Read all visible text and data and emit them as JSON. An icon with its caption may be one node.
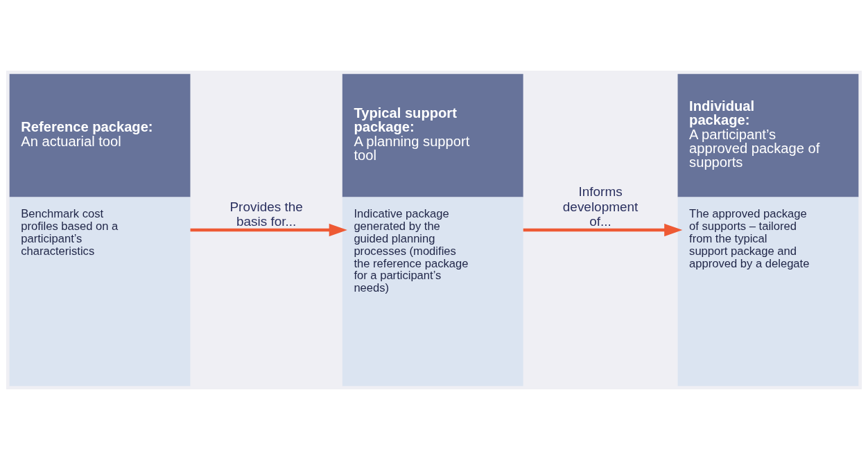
{
  "diagram": {
    "nodes": [
      {
        "text": [
          "Reference package:",
          "An actuarial tool",
          "Benchmark cost profiles based on a participant’s characteristics"
        ]
      },
      {
        "text": [
          "Typical support package:",
          "A planning support tool",
          "Indicative package generated by the guided planning processes (modifies the reference package for a participant’s needs)"
        ]
      },
      {
        "text": [
          "Individual package:",
          "A participant’s approved package of supports",
          "The approved package of supports – tailored from the typical support package and approved by a delegate"
        ]
      }
    ],
    "edges": [
      {
        "from": 0,
        "to": 1,
        "arrow": "to",
        "label": "Provides the basis for..."
      },
      {
        "from": 1,
        "to": 2,
        "arrow": "to",
        "label": "Informs development of..."
      }
    ]
  }
}
